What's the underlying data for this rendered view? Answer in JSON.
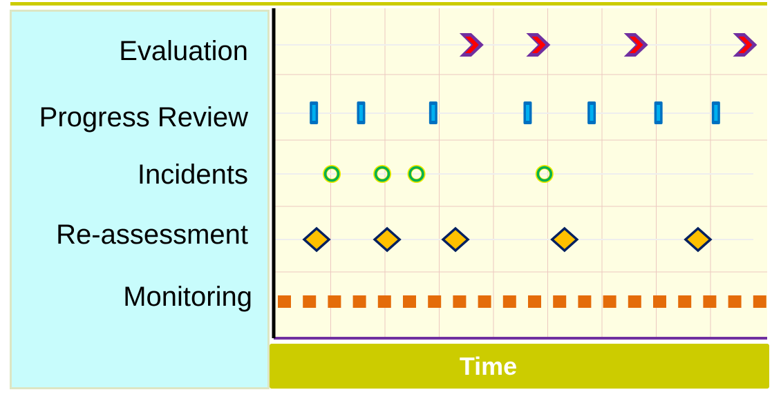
{
  "rows": [
    {
      "label": "Evaluation",
      "marker": "chevron-icon",
      "times": [
        3.59,
        4.82,
        6.62,
        8.63
      ]
    },
    {
      "label": "Progress Review",
      "marker": "bar-icon",
      "times": [
        0.69,
        1.56,
        2.89,
        4.63,
        5.81,
        7.04,
        8.1
      ]
    },
    {
      "label": "Incidents",
      "marker": "ring-icon",
      "times": [
        1.02,
        1.95,
        2.58,
        4.94
      ]
    },
    {
      "label": "Re-assessment",
      "marker": "diamond-icon",
      "times": [
        0.74,
        2.04,
        3.3,
        5.31,
        7.77
      ]
    },
    {
      "label": "Monitoring",
      "marker": "continuous-dashed-line",
      "times": []
    }
  ],
  "axis_label": "Time",
  "colors": {
    "panel": "#c8fcfc",
    "plot_bg": "#fefee2",
    "grid": "#ecc8c0",
    "accent_bar": "#cccc00",
    "chevron_outer": "#7030a0",
    "chevron_inner": "#ff0000",
    "bar": "#0070c0",
    "bar_inner": "#00b0f0",
    "ring_outer": "#e8e800",
    "ring_inner": "#00b050",
    "diamond_fill": "#ffc000",
    "diamond_stroke": "#002060",
    "monitoring": "#e46c0a"
  }
}
